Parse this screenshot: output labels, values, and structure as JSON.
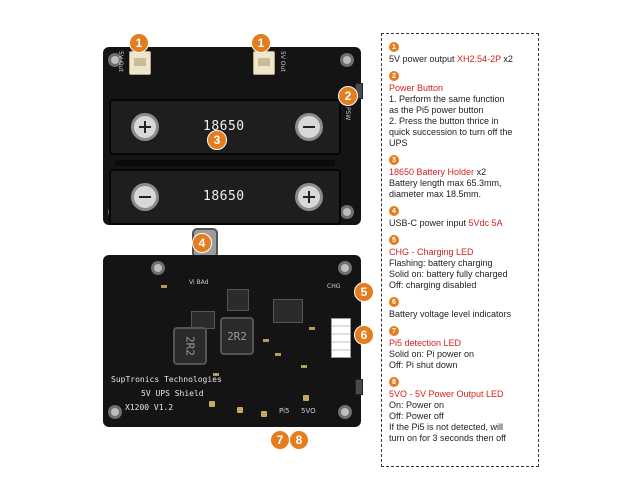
{
  "board": {
    "battery_label": "18650",
    "top_connector_label": "5V Out",
    "side_label": "PSW",
    "usbc_label": "Vi BAd",
    "inductor_label": "2R2",
    "chg_label": "CHG",
    "company": "SupTronics Technologies",
    "product": "5V UPS Shield",
    "model": "X1200 V1.2",
    "pi5_label": "Pi5",
    "fivevo_label": "5VO"
  },
  "badges": {
    "b1": "1",
    "b2": "2",
    "b3": "3",
    "b4": "4",
    "b5": "5",
    "b6": "6",
    "b7": "7",
    "b8": "8"
  },
  "legend": {
    "item1": {
      "num": "1",
      "pre": "5V power output ",
      "hl": "XH2.54-2P",
      "post": " x2"
    },
    "item2": {
      "num": "2",
      "title": "Power Button",
      "lines": [
        "1. Perform the same function",
        "as the Pi5 power button",
        "2. Press the button thrice in",
        "quick succession to turn off the",
        "UPS"
      ]
    },
    "item3": {
      "num": "3",
      "hl": "18650 Battery Holder",
      "post": " x2",
      "lines": [
        "Battery length max 65.3mm,",
        "diameter max 18.5mm."
      ]
    },
    "item4": {
      "num": "4",
      "pre": "USB-C power input ",
      "hl": "5Vdc 5A"
    },
    "item5": {
      "num": "5",
      "title": "CHG - Charging LED",
      "lines": [
        "Flashing: battery charging",
        "Solid on: battery fully charged",
        "Off: charging disabled"
      ]
    },
    "item6": {
      "num": "6",
      "text": "Battery voltage level indicators"
    },
    "item7": {
      "num": "7",
      "title": "Pi5 detection LED",
      "lines": [
        "Solid on: Pi power on",
        "Off: Pi shut down"
      ]
    },
    "item8": {
      "num": "8",
      "title": "5VO - 5V Power Output LED",
      "lines": [
        "On: Power on",
        "Off: Power off",
        "If the Pi5 is not detected, will",
        "turn on for 3 seconds then off"
      ]
    }
  },
  "colors": {
    "badge": "#e37d1f",
    "highlight": "#d32222",
    "board": "#141414"
  }
}
